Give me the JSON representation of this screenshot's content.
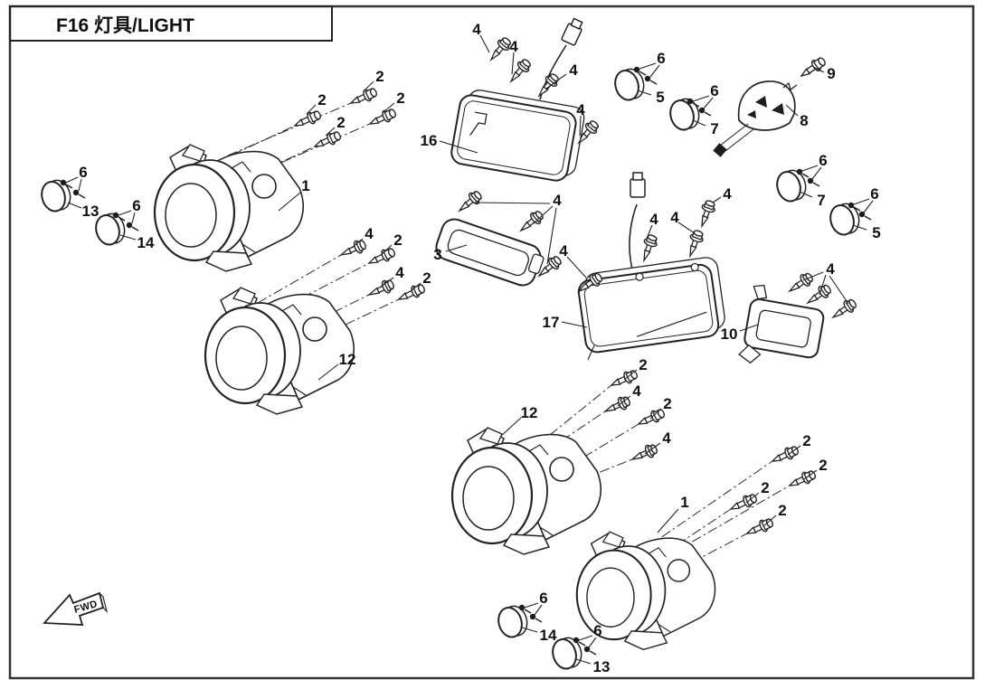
{
  "page": {
    "title": "F16 灯具/LIGHT",
    "fwd_label": "FWD",
    "background_color": "#ffffff",
    "line_color": "#232323"
  },
  "parts": {
    "p1": "1",
    "p2": "2",
    "p3": "3",
    "p4": "4",
    "p5": "5",
    "p6": "6",
    "p7": "7",
    "p8": "8",
    "p9": "9",
    "p10": "10",
    "p12": "12",
    "p13": "13",
    "p14": "14",
    "p16": "16",
    "p17": "17"
  }
}
